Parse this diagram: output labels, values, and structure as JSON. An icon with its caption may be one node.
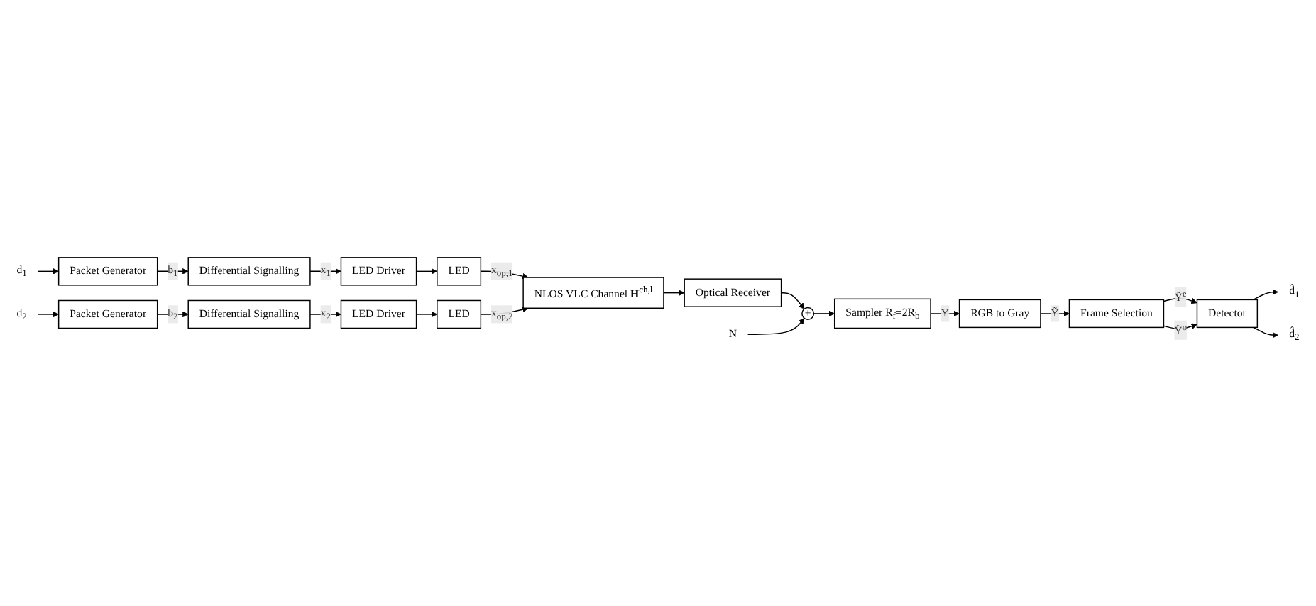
{
  "diagram": {
    "nodes": [
      {
        "text": [
          "d$_{1}$"
        ]
      },
      {
        "text": [
          "Packet Generator"
        ]
      },
      {
        "text": [
          "Differential Signalling"
        ]
      },
      {
        "text": [
          "LED Driver"
        ]
      },
      {
        "text": [
          "LED"
        ]
      },
      {
        "text": [
          "d$_{2}$"
        ]
      },
      {
        "text": [
          "Packet Generator"
        ]
      },
      {
        "text": [
          "Differential Signalling"
        ]
      },
      {
        "text": [
          "LED Driver"
        ]
      },
      {
        "text": [
          "LED"
        ]
      },
      {
        "text": [
          "NLOS VLC Channel **H**$^{ch,l}$"
        ]
      },
      {
        "text": [
          "Optical Receiver"
        ]
      },
      {
        "text": [
          "+"
        ]
      },
      {
        "text": [
          "N"
        ]
      },
      {
        "text": [
          "Sampler R$_{f}$=2R$_{b}$"
        ]
      },
      {
        "text": [
          "RGB to Gray"
        ]
      },
      {
        "text": [
          "Frame Selection"
        ]
      },
      {
        "text": [
          "Detector"
        ]
      },
      {
        "text": [
          "d̂$_{1}$"
        ]
      },
      {
        "text": [
          "d̂$_{2}$"
        ]
      }
    ],
    "edges": [
      {
        "from": 0,
        "to": 1,
        "arrow": "to"
      },
      {
        "from": 1,
        "to": 2,
        "arrow": "to",
        "label": "b$_{1}$"
      },
      {
        "from": 2,
        "to": 3,
        "arrow": "to",
        "label": "x$_{1}$"
      },
      {
        "from": 3,
        "to": 4,
        "arrow": "to"
      },
      {
        "from": 4,
        "to": 10,
        "arrow": "to",
        "label": "x$_{op,1}$"
      },
      {
        "from": 5,
        "to": 6,
        "arrow": "to"
      },
      {
        "from": 6,
        "to": 7,
        "arrow": "to",
        "label": "b$_{2}$"
      },
      {
        "from": 7,
        "to": 8,
        "arrow": "to",
        "label": "x$_{2}$"
      },
      {
        "from": 8,
        "to": 9,
        "arrow": "to"
      },
      {
        "from": 9,
        "to": 10,
        "arrow": "to",
        "label": "x$_{op,2}$"
      },
      {
        "from": 10,
        "to": 11,
        "arrow": "to"
      },
      {
        "from": 11,
        "to": 12,
        "arrow": "to"
      },
      {
        "from": 13,
        "to": 12,
        "arrow": "to"
      },
      {
        "from": 12,
        "to": 14,
        "arrow": "to"
      },
      {
        "from": 14,
        "to": 15,
        "arrow": "to",
        "label": "Y"
      },
      {
        "from": 15,
        "to": 16,
        "arrow": "to",
        "label": "Ỹ"
      },
      {
        "from": 16,
        "to": 17,
        "arrow": "to",
        "label": "Ỹ$^{e}$"
      },
      {
        "from": 16,
        "to": 17,
        "arrow": "to",
        "label": "Ỹ$^{o}$"
      },
      {
        "from": 17,
        "to": 18,
        "arrow": "to"
      },
      {
        "from": 17,
        "to": 19,
        "arrow": "to"
      }
    ]
  }
}
